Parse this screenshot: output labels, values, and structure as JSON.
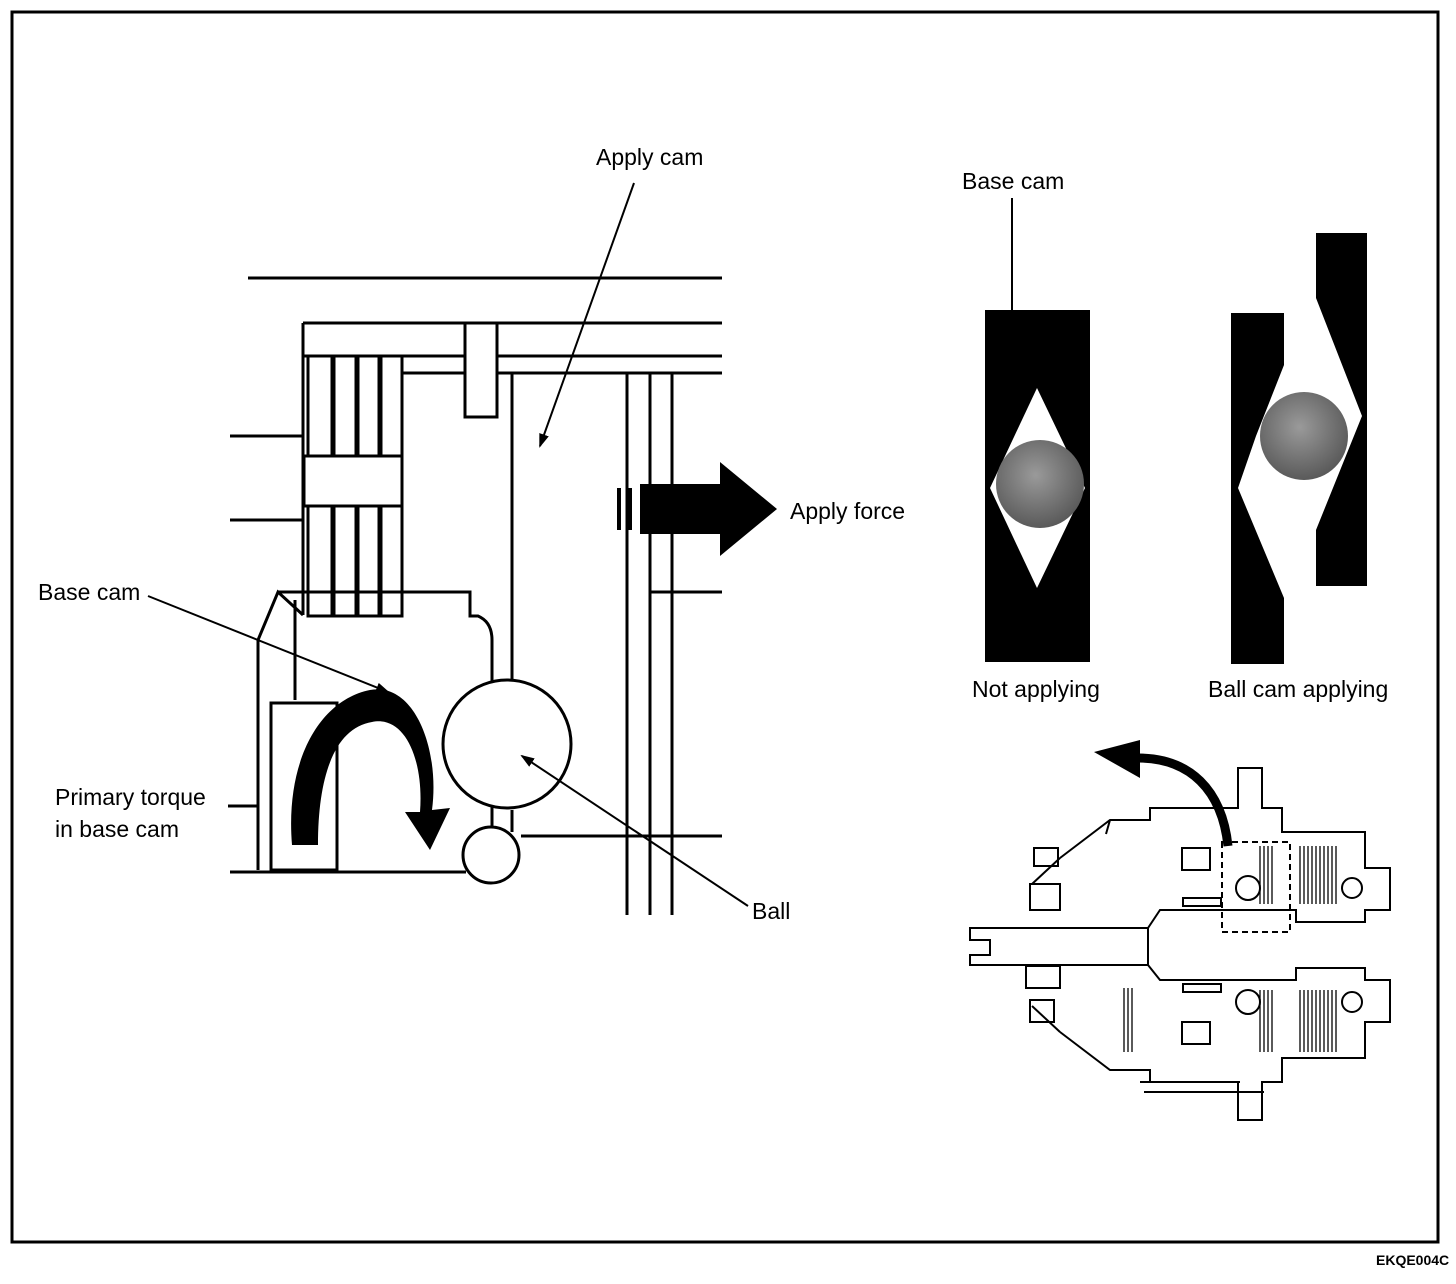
{
  "labels": {
    "apply_cam": "Apply cam",
    "apply_force": "Apply force",
    "base_cam_left": "Base cam",
    "primary_torque_line1": "Primary torque",
    "primary_torque_line2": "in base cam",
    "ball": "Ball",
    "base_cam_right": "Base cam",
    "not_applying": "Not applying",
    "ball_cam_applying": "Ball cam applying"
  },
  "figure_code": "EKQE004C"
}
